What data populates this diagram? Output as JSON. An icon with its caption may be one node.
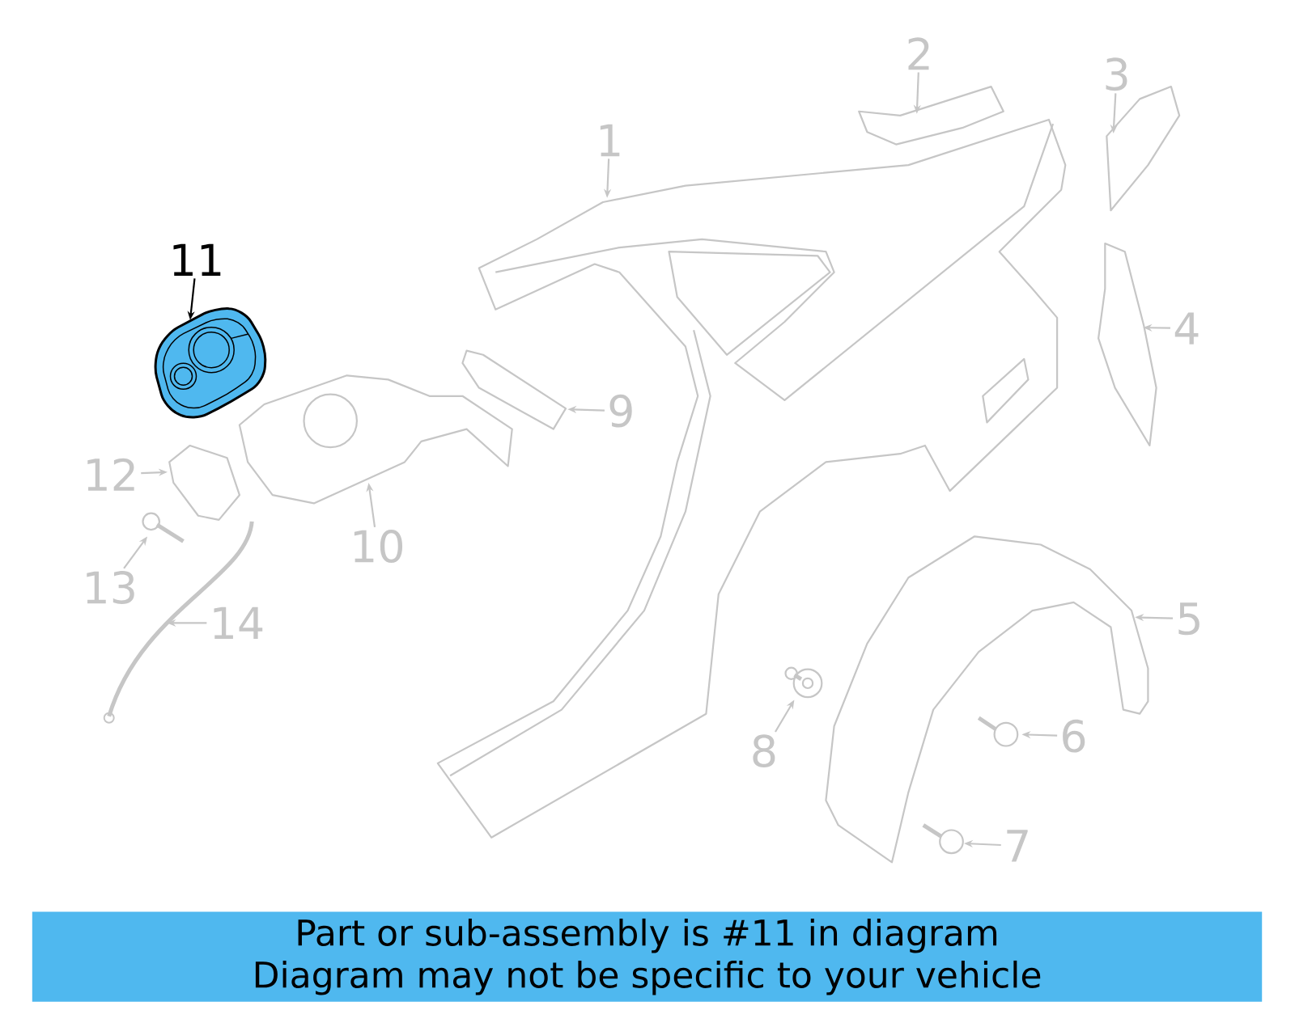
{
  "diagram": {
    "nodes": [
      {
        "text": [
          "1"
        ]
      },
      {
        "text": [
          "2"
        ]
      },
      {
        "text": [
          "3"
        ]
      },
      {
        "text": [
          "4"
        ]
      },
      {
        "text": [
          "5"
        ]
      },
      {
        "text": [
          "6"
        ]
      },
      {
        "text": [
          "7"
        ]
      },
      {
        "text": [
          "8"
        ]
      },
      {
        "text": [
          "9"
        ]
      },
      {
        "text": [
          "10"
        ]
      },
      {
        "text": [
          "11"
        ]
      },
      {
        "text": [
          "12"
        ]
      },
      {
        "text": [
          "13"
        ]
      },
      {
        "text": [
          "14"
        ]
      },
      {
        "text": [],
        "shape": "picture"
      },
      {
        "text": [],
        "shape": "picture"
      },
      {
        "text": [],
        "shape": "picture"
      },
      {
        "text": [],
        "shape": "picture"
      },
      {
        "text": [],
        "shape": "picture"
      },
      {
        "text": [],
        "shape": "picture"
      },
      {
        "text": [],
        "shape": "picture"
      },
      {
        "text": [],
        "shape": "picture"
      },
      {
        "text": [],
        "shape": "picture"
      },
      {
        "text": [],
        "shape": "picture"
      },
      {
        "text": [],
        "shape": "picture"
      },
      {
        "text": [],
        "shape": "picture"
      },
      {
        "text": [],
        "shape": "picture"
      },
      {
        "text": [],
        "shape": "picture"
      },
      {
        "text": [
          "Part or sub-assembly is #11 in diagram",
          "Diagram may not be specific to your vehicle"
        ]
      }
    ],
    "edges": [
      {
        "from": 0,
        "to": 14,
        "arrow": "to"
      },
      {
        "from": 1,
        "to": 15,
        "arrow": "to"
      },
      {
        "from": 2,
        "to": 16,
        "arrow": "to"
      },
      {
        "from": 3,
        "to": 17,
        "arrow": "to"
      },
      {
        "from": 4,
        "to": 18,
        "arrow": "to"
      },
      {
        "from": 5,
        "to": 19,
        "arrow": "to"
      },
      {
        "from": 6,
        "to": 20,
        "arrow": "to"
      },
      {
        "from": 7,
        "to": 21,
        "arrow": "to"
      },
      {
        "from": 8,
        "to": 22,
        "arrow": "to"
      },
      {
        "from": 9,
        "to": 23,
        "arrow": "to"
      },
      {
        "from": 10,
        "to": 24,
        "arrow": "to",
        "color": "#000000"
      },
      {
        "from": 11,
        "to": 25,
        "arrow": "to"
      },
      {
        "from": 12,
        "to": 26,
        "arrow": "to"
      },
      {
        "from": 13,
        "to": 27,
        "arrow": "to"
      }
    ]
  }
}
